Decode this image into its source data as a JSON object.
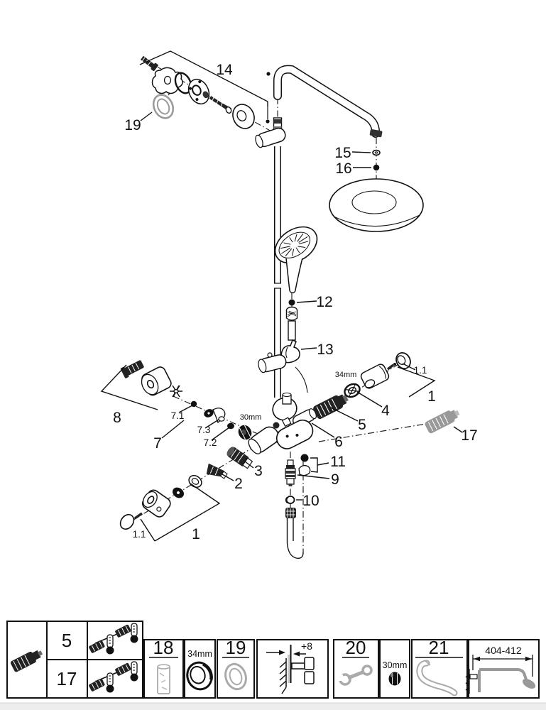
{
  "page": {
    "background": "#ffffff",
    "line_color": "#111111",
    "gray_part_color": "#9a9a9a",
    "footer_bar_color": "#ededed"
  },
  "diagram": {
    "callouts": {
      "n14": "14",
      "n19": "19",
      "n15": "15",
      "n16": "16",
      "n12": "12",
      "n13": "13",
      "size34": "34mm",
      "n1_1_right": "1.1",
      "n1_right": "1",
      "n4": "4",
      "n5": "5",
      "n6": "6",
      "n17": "17",
      "n8": "8",
      "n7_1": "7.1",
      "n7_3": "7.3",
      "n7_2": "7.2",
      "n7": "7",
      "size30": "30mm",
      "n3": "3",
      "n2": "2",
      "n11": "11",
      "n9": "9",
      "n10": "10",
      "n1_1_left": "1.1",
      "n1_left": "1"
    }
  },
  "parts_table": {
    "variant_rows": [
      {
        "number": "5"
      },
      {
        "number": "17"
      }
    ],
    "cells": {
      "n18": "18",
      "size34": "34mm",
      "n19": "19",
      "offset": "+8",
      "n20": "20",
      "size30": "30mm",
      "n21": "21",
      "range": "404-412"
    }
  }
}
